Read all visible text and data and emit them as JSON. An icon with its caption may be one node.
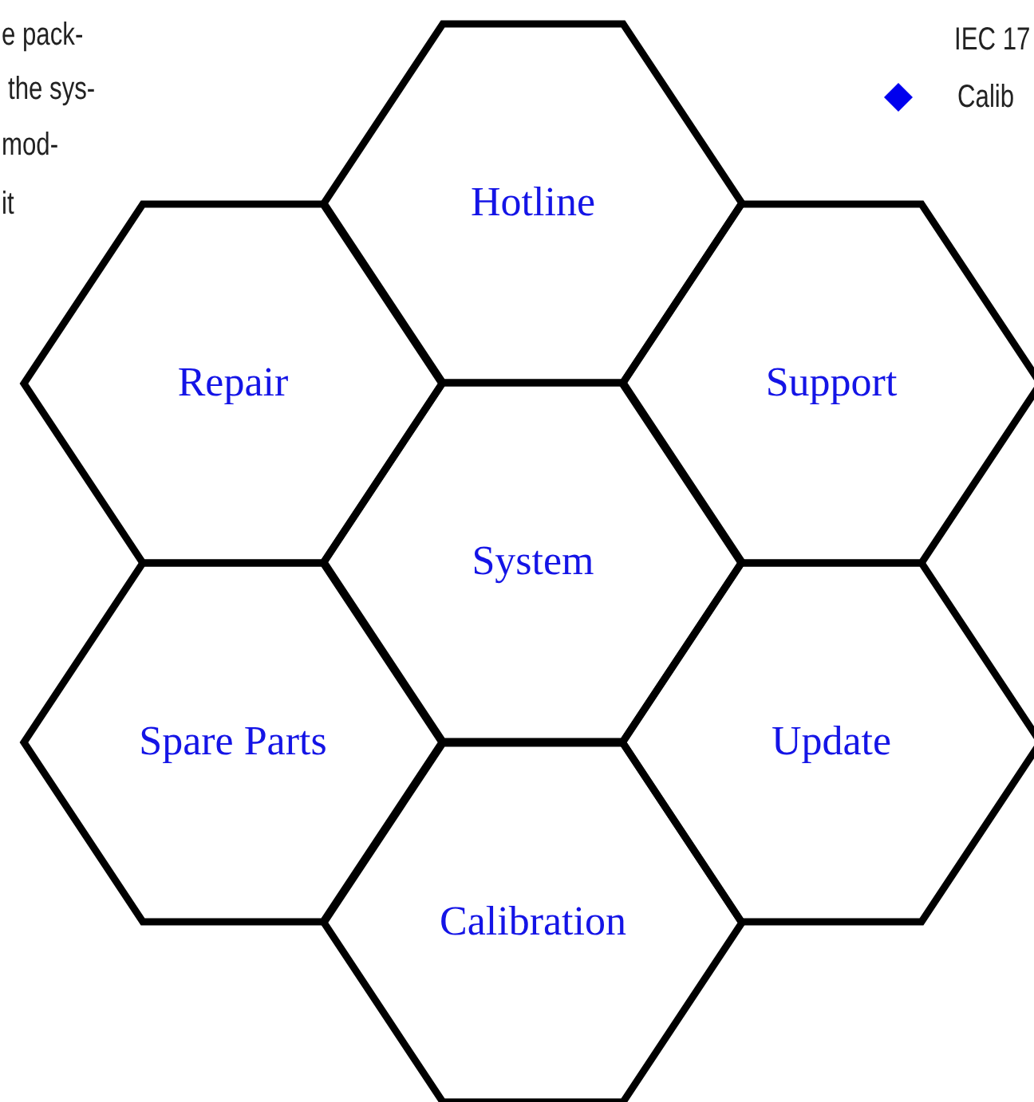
{
  "diagram": {
    "nodes": [
      {
        "text": [
          "Hotline"
        ]
      },
      {
        "text": [
          "Repair"
        ]
      },
      {
        "text": [
          "Support"
        ]
      },
      {
        "text": [
          "System"
        ]
      },
      {
        "text": [
          "Spare Parts"
        ]
      },
      {
        "text": [
          "Update"
        ]
      },
      {
        "text": [
          "Calibration"
        ]
      }
    ],
    "labels": [
      "e pack-",
      "the sys-",
      "mod-",
      "it",
      "IEC 17",
      "Calib"
    ]
  }
}
